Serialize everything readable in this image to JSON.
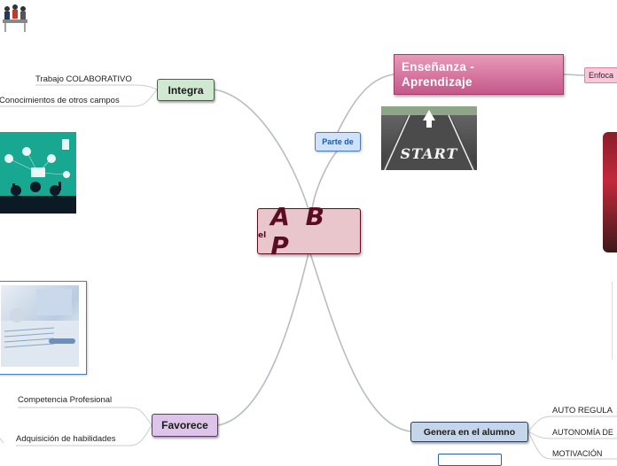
{
  "central": {
    "prefix": "el",
    "title": "A B P"
  },
  "branches": {
    "integra": "Integra",
    "favorece": "Favorece",
    "genera": "Genera en el alumno",
    "parte_de": "Parte de",
    "ensenanza": "Enseñanza -\nAprendizaje",
    "enfoca": "Enfoca"
  },
  "leaves": {
    "trabajo": "Trabajo COLABORATIVO",
    "conocimientos": "Conocimientos de otros campos",
    "competencia": "Competencia Profesional",
    "adquisicion": "Adquisición de habilidades",
    "auto_regula": "AUTO REGULA",
    "autonomia": "AUTONOMÍA DE",
    "motivacion": "MOTIVACIÓN"
  },
  "images": {
    "start_sign": "START"
  },
  "colors": {
    "central_fill": "#e8c6cb",
    "central_border": "#5a0d22",
    "integra_fill": "#cfe8cf",
    "favorece_fill": "#dcc5e8",
    "genera_fill": "#c6d6ea",
    "ensenanza_fill": "#d66f9c",
    "link": "#b8bcc4"
  }
}
